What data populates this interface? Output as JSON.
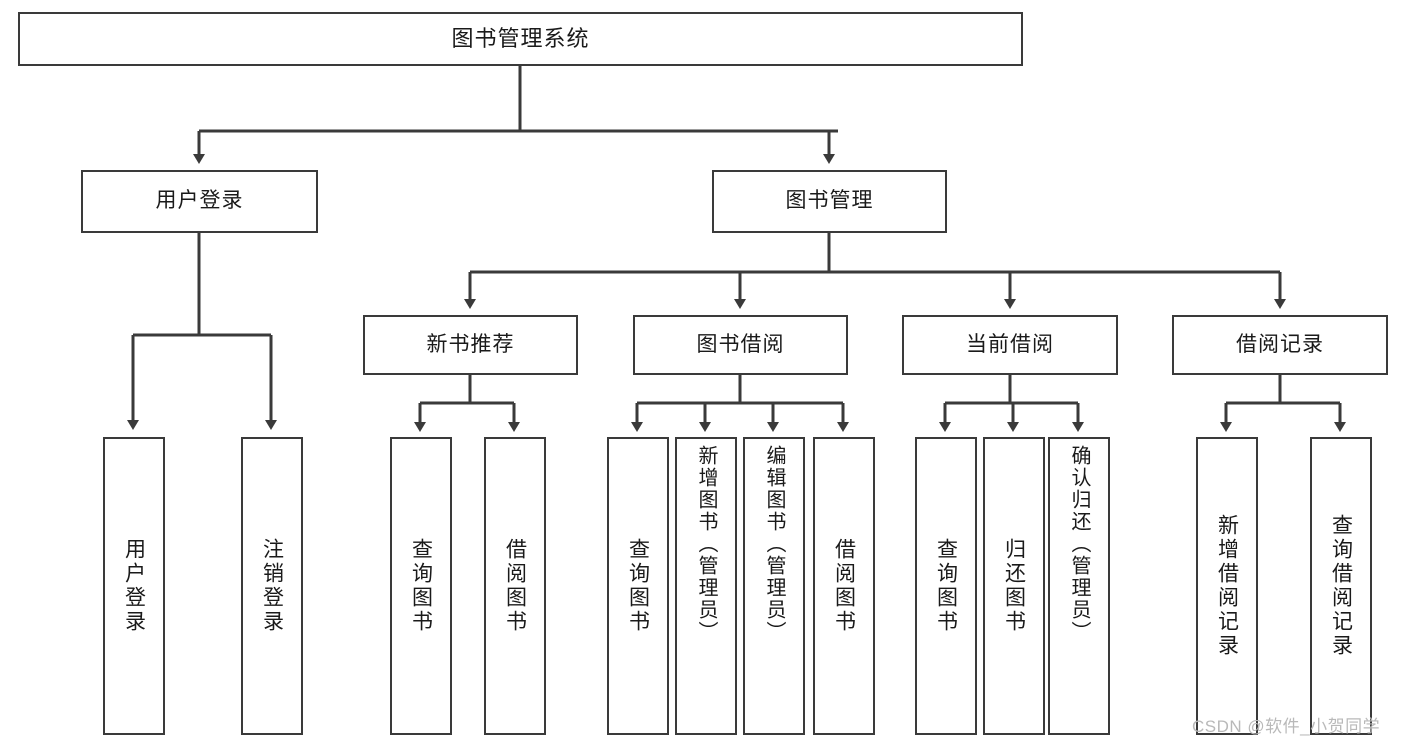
{
  "diagram": {
    "type": "tree-hierarchy",
    "title": "图书管理系统",
    "levels": 4,
    "nodes": {
      "root": {
        "label": "图书管理系统"
      },
      "user_login": {
        "label": "用户登录"
      },
      "book_manage": {
        "label": "图书管理"
      },
      "new_book_rec": {
        "label": "新书推荐"
      },
      "book_borrow": {
        "label": "图书借阅"
      },
      "current_borrow": {
        "label": "当前借阅"
      },
      "borrow_record": {
        "label": "借阅记录"
      },
      "leaf_user_login": {
        "label": "用户登录"
      },
      "leaf_user_logout": {
        "label": "注销登录"
      },
      "leaf_query_book_1": {
        "label": "查询图书"
      },
      "leaf_borrow_book_1": {
        "label": "借阅图书"
      },
      "leaf_query_book_2": {
        "label": "查询图书"
      },
      "leaf_add_book": {
        "label": "新增图书（管理员）"
      },
      "leaf_edit_book": {
        "label": "编辑图书（管理员）"
      },
      "leaf_borrow_book_2": {
        "label": "借阅图书"
      },
      "leaf_query_book_3": {
        "label": "查询图书"
      },
      "leaf_return_book": {
        "label": "归还图书"
      },
      "leaf_confirm_return": {
        "label": "确认归还（管理员）"
      },
      "leaf_add_record": {
        "label": "新增借阅记录"
      },
      "leaf_query_record": {
        "label": "查询借阅记录"
      }
    },
    "edges": [
      {
        "from": "root",
        "to": "user_login"
      },
      {
        "from": "root",
        "to": "book_manage"
      },
      {
        "from": "user_login",
        "to": "leaf_user_login"
      },
      {
        "from": "user_login",
        "to": "leaf_user_logout"
      },
      {
        "from": "book_manage",
        "to": "new_book_rec"
      },
      {
        "from": "book_manage",
        "to": "book_borrow"
      },
      {
        "from": "book_manage",
        "to": "current_borrow"
      },
      {
        "from": "book_manage",
        "to": "borrow_record"
      },
      {
        "from": "new_book_rec",
        "to": "leaf_query_book_1"
      },
      {
        "from": "new_book_rec",
        "to": "leaf_borrow_book_1"
      },
      {
        "from": "book_borrow",
        "to": "leaf_query_book_2"
      },
      {
        "from": "book_borrow",
        "to": "leaf_add_book"
      },
      {
        "from": "book_borrow",
        "to": "leaf_edit_book"
      },
      {
        "from": "book_borrow",
        "to": "leaf_borrow_book_2"
      },
      {
        "from": "current_borrow",
        "to": "leaf_query_book_3"
      },
      {
        "from": "current_borrow",
        "to": "leaf_return_book"
      },
      {
        "from": "current_borrow",
        "to": "leaf_confirm_return"
      },
      {
        "from": "borrow_record",
        "to": "leaf_add_record"
      },
      {
        "from": "borrow_record",
        "to": "leaf_query_record"
      }
    ],
    "colors": {
      "stroke": "#3a3a3a",
      "fill": "#ffffff",
      "text": "#1a1a1a",
      "watermark": "#b9b9b9"
    }
  },
  "watermark": {
    "text": "CSDN @软件_小贺同学"
  }
}
